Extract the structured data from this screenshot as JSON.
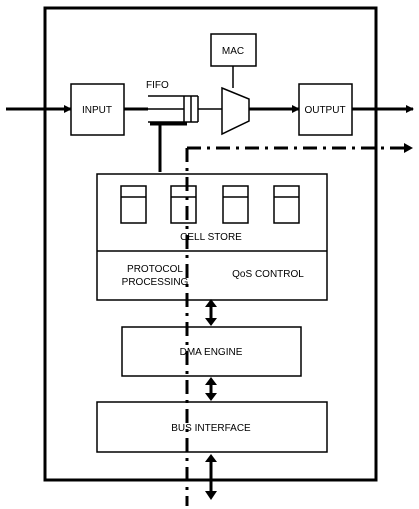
{
  "labels": {
    "mac": "MAC",
    "fifo": "FIFO",
    "input": "INPUT",
    "output": "OUTPUT",
    "cell_store": "CELL STORE",
    "protocol_line1": "PROTOCOL",
    "protocol_line2": "PROCESSING",
    "qos_control": "QoS CONTROL",
    "dma_engine": "DMA ENGINE",
    "bus_interface": "BUS INTERFACE"
  }
}
